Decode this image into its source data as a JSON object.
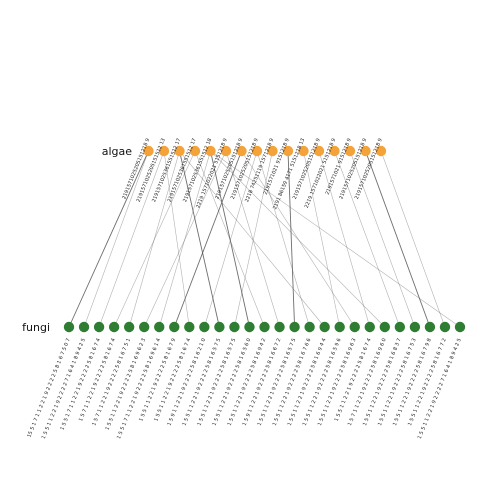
{
  "groups": {
    "top_label": "algae",
    "bottom_label": "fungi"
  },
  "colors": {
    "top_node": "#F4A23A",
    "bottom_node": "#2E7D32",
    "edge": "#555555",
    "background": "#ffffff"
  },
  "top_nodes": [
    "2191571025205151218 9",
    "2191571025205151512 13",
    "2191571025361551512 17",
    "2191571025361551512 17",
    "2191571025361551512 18",
    "2219 1571022021 5151218 9",
    "2191571025205151218 9",
    "2191571025205151218 9",
    "2218 74251119 1571218 9",
    "2191571021 9151218 9",
    "2191 86159 4171 5151218 13",
    "2191571025205151218 9",
    "2219 1571022021 5151218 9",
    "2191571021 9151218 9",
    "2191571025205151218 9",
    "2191571025205151218 9"
  ],
  "bottom_nodes": [
    "15 5 1 7 1 1 2 2 1 9 2 2 2 2 5 8 1 6 7 5 0 7",
    "1 5 5 1 1 2 2 1 9 2 2 2 2 7 1 6 4 1 8 9 4 2 5",
    "1 5 5 1 7 1 1 2 2 1 9 2 2 2 2 5 8 1 6 7 4",
    "1 5 7 1 1 2 2 1 9 2 2 2 2 5 8 1 6 7 4",
    "1 5 7 1 1 2 2 1 9 2 2 2 2 5 8 1 6 7 5 1",
    "1 5 5 1 1 2 2 1 9 2 2 2 2 5 8 1 6 9 6 2 3",
    "1 5 5 1 7 1 1 2 2 1 9 2 2 2 2 5 8 1 6 9 6 1 4",
    "1 5 5 1 1 2 2 1 9 2 2 2 2 5 8 1 6 7 9",
    "1 5 5 1 1 2 2 1 9 2 2 2 2 5 8 1 6 7 4",
    "1 5 9 1 1 2 2 1 9 2 2 2 2 5 8 1 6 2 1 0",
    "1 5 5 1 1 2 2 1 9 2 2 2 2 5 8 1 6 5 7 5",
    "1 5 5 1 1 2 2 1 9 2 2 2 2 5 8 1 6 5 7 5",
    "1 5 5 1 1 2 2 1 9 2 2 2 2 5 8 1 6 5 6 0",
    "1 5 5 1 1 2 2 1 9 2 2 2 2 5 8 1 6 9 4 2",
    "1 5 9 1 1 2 2 1 9 2 2 2 2 5 8 1 6 6 7 2",
    "1 5 5 1 1 2 2 1 9 2 2 2 2 5 8 1 6 5 7 5",
    "1 5 5 1 1 2 2 1 9 2 2 2 2 5 8 1 6 7 6 6",
    "1 5 5 1 1 2 2 1 9 2 2 2 2 5 8 1 6 9 4 4",
    "1 5 5 1 1 2 2 1 9 2 2 2 2 5 8 1 6 5 9 6",
    "1 5 5 1 1 2 2 1 9 2 2 2 2 5 8 1 6 9 6 3",
    "1 5 5 1 1 2 2 1 9 2 2 2 2 5 8 1 6 7 4",
    "1 5 7 1 1 2 2 1 9 2 2 2 2 5 8 1 6 9 6 0",
    "1 5 5 1 1 2 2 1 9 2 2 2 2 5 8 1 6 8 3 7",
    "1 5 5 1 1 2 2 1 9 2 2 2 2 5 8 1 6 7 5 3",
    "1 5 5 1 1 2 2 1 9 2 2 2 2 5 8 1 6 7 9 8",
    "1 5 5 1 1 2 2 1 9 2 2 2 2 5 8 1 6 7 7 2",
    "1 5 5 1 1 2 2 1 9 2 2 2 2 7 1 6 4 1 8 9 4 2 5"
  ],
  "edges": [
    [
      0,
      0
    ],
    [
      0,
      1
    ],
    [
      1,
      2
    ],
    [
      1,
      8
    ],
    [
      2,
      4
    ],
    [
      2,
      10
    ],
    [
      2,
      17
    ],
    [
      3,
      3
    ],
    [
      3,
      13
    ],
    [
      4,
      6
    ],
    [
      4,
      12
    ],
    [
      4,
      21
    ],
    [
      4,
      26
    ],
    [
      5,
      5
    ],
    [
      5,
      14
    ],
    [
      6,
      7
    ],
    [
      6,
      19
    ],
    [
      7,
      9
    ],
    [
      7,
      16
    ],
    [
      8,
      11
    ],
    [
      9,
      15
    ],
    [
      10,
      18
    ],
    [
      11,
      20
    ],
    [
      12,
      22
    ],
    [
      13,
      23
    ],
    [
      14,
      24
    ],
    [
      15,
      25
    ]
  ]
}
